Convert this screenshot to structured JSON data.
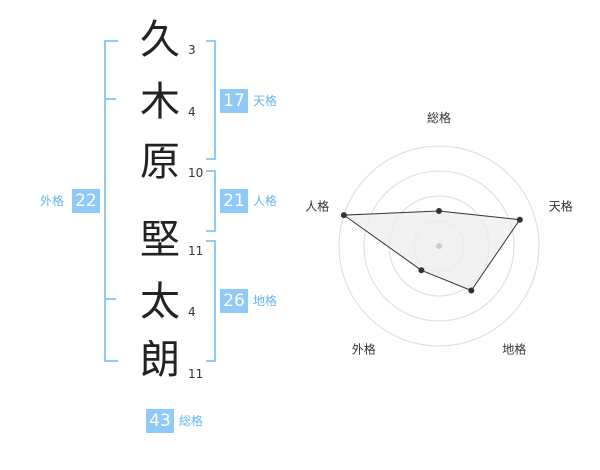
{
  "name": {
    "chars": [
      {
        "char": "久",
        "strokes": "3"
      },
      {
        "char": "木",
        "strokes": "4"
      },
      {
        "char": "原",
        "strokes": "10"
      },
      {
        "char": "堅",
        "strokes": "11"
      },
      {
        "char": "太",
        "strokes": "4"
      },
      {
        "char": "朗",
        "strokes": "11"
      }
    ]
  },
  "scores": {
    "tenkaku": {
      "value": "17",
      "label": "天格"
    },
    "jinkaku": {
      "value": "21",
      "label": "人格"
    },
    "chikaku": {
      "value": "26",
      "label": "地格"
    },
    "gaikaku": {
      "value": "22",
      "label": "外格"
    },
    "soukaku": {
      "value": "43",
      "label": "総格"
    }
  },
  "colors": {
    "accent": "#90caf9",
    "label": "#64b5f6",
    "radar_fill": "#eeeeee",
    "radar_line": "#333333"
  },
  "chart_data": {
    "type": "radar",
    "axes": [
      "総格",
      "天格",
      "地格",
      "外格",
      "人格"
    ],
    "values": [
      0.35,
      0.85,
      0.55,
      0.3,
      1.0
    ],
    "value_scale": [
      0,
      1
    ],
    "rings": 4
  }
}
